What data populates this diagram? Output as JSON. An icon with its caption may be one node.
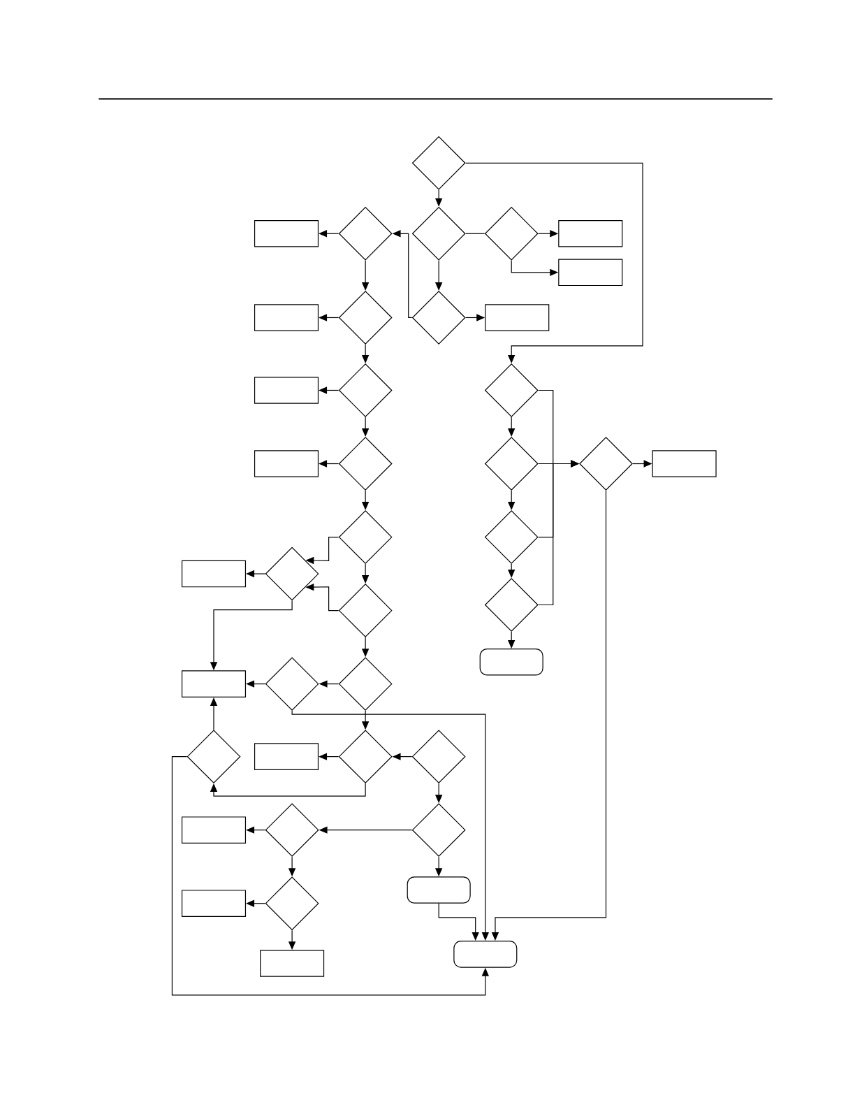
{
  "diagram": {
    "nodes": [
      {
        "text": [],
        "shape": "diamond"
      },
      {
        "text": [],
        "shape": "diamond"
      },
      {
        "text": [],
        "shape": "diamond"
      },
      {
        "text": [],
        "shape": "box"
      },
      {
        "text": [],
        "shape": "box"
      },
      {
        "text": [],
        "shape": "diamond"
      },
      {
        "text": [],
        "shape": "box"
      },
      {
        "text": [],
        "shape": "diamond"
      },
      {
        "text": [],
        "shape": "box"
      },
      {
        "text": [],
        "shape": "diamond"
      },
      {
        "text": [],
        "shape": "box"
      },
      {
        "text": [],
        "shape": "diamond"
      },
      {
        "text": [],
        "shape": "box"
      },
      {
        "text": [],
        "shape": "diamond"
      },
      {
        "text": [],
        "shape": "box"
      },
      {
        "text": [],
        "shape": "diamond"
      },
      {
        "text": [],
        "shape": "diamond"
      },
      {
        "text": [],
        "shape": "box"
      },
      {
        "text": [],
        "shape": "diamond"
      },
      {
        "text": [],
        "shape": "diamond"
      },
      {
        "text": [],
        "shape": "diamond"
      },
      {
        "text": [],
        "shape": "box"
      },
      {
        "text": [],
        "shape": "diamond"
      },
      {
        "text": [],
        "shape": "diamond"
      },
      {
        "text": [],
        "shape": "box"
      },
      {
        "text": [],
        "shape": "diamond"
      },
      {
        "text": [],
        "shape": "diamond"
      },
      {
        "text": [],
        "shape": "diamond"
      },
      {
        "text": [],
        "shape": "box"
      },
      {
        "text": [],
        "shape": "diamond"
      },
      {
        "text": [],
        "shape": "box"
      },
      {
        "text": [],
        "shape": "box"
      },
      {
        "text": [],
        "shape": "terminal"
      },
      {
        "text": [],
        "shape": "terminal"
      },
      {
        "text": [],
        "shape": "diamond"
      },
      {
        "text": [],
        "shape": "diamond"
      },
      {
        "text": [],
        "shape": "diamond"
      },
      {
        "text": [],
        "shape": "diamond"
      },
      {
        "text": [],
        "shape": "terminal"
      },
      {
        "text": [],
        "shape": "diamond"
      },
      {
        "text": [],
        "shape": "box"
      }
    ],
    "edges": [
      {
        "from": 0,
        "to": 1,
        "arrow": "to"
      },
      {
        "from": 0,
        "to": 34,
        "arrow": "to"
      },
      {
        "from": 1,
        "to": 2,
        "arrow": "none"
      },
      {
        "from": 2,
        "to": 3,
        "arrow": "to"
      },
      {
        "from": 2,
        "to": 4,
        "arrow": "to"
      },
      {
        "from": 1,
        "to": 5,
        "arrow": "to"
      },
      {
        "from": 5,
        "to": 6,
        "arrow": "to"
      },
      {
        "from": 5,
        "to": 7,
        "arrow": "to"
      },
      {
        "from": 7,
        "to": 8,
        "arrow": "to"
      },
      {
        "from": 7,
        "to": 9,
        "arrow": "to"
      },
      {
        "from": 9,
        "to": 10,
        "arrow": "to"
      },
      {
        "from": 9,
        "to": 11,
        "arrow": "to"
      },
      {
        "from": 11,
        "to": 12,
        "arrow": "to"
      },
      {
        "from": 11,
        "to": 13,
        "arrow": "to"
      },
      {
        "from": 13,
        "to": 14,
        "arrow": "to"
      },
      {
        "from": 13,
        "to": 15,
        "arrow": "to"
      },
      {
        "from": 15,
        "to": 16,
        "arrow": "to"
      },
      {
        "from": 15,
        "to": 18,
        "arrow": "to"
      },
      {
        "from": 18,
        "to": 16,
        "arrow": "to"
      },
      {
        "from": 16,
        "to": 17,
        "arrow": "to"
      },
      {
        "from": 16,
        "to": 21,
        "arrow": "to"
      },
      {
        "from": 18,
        "to": 19,
        "arrow": "to"
      },
      {
        "from": 19,
        "to": 20,
        "arrow": "to"
      },
      {
        "from": 20,
        "to": 21,
        "arrow": "to"
      },
      {
        "from": 20,
        "to": 33,
        "arrow": "to"
      },
      {
        "from": 19,
        "to": 23,
        "arrow": "to"
      },
      {
        "from": 23,
        "to": 24,
        "arrow": "to"
      },
      {
        "from": 25,
        "to": 23,
        "arrow": "to"
      },
      {
        "from": 23,
        "to": 22,
        "arrow": "to"
      },
      {
        "from": 22,
        "to": 21,
        "arrow": "to"
      },
      {
        "from": 22,
        "to": 33,
        "arrow": "to"
      },
      {
        "from": 25,
        "to": 26,
        "arrow": "to"
      },
      {
        "from": 26,
        "to": 27,
        "arrow": "to"
      },
      {
        "from": 27,
        "to": 28,
        "arrow": "to"
      },
      {
        "from": 27,
        "to": 29,
        "arrow": "to"
      },
      {
        "from": 29,
        "to": 30,
        "arrow": "to"
      },
      {
        "from": 29,
        "to": 31,
        "arrow": "to"
      },
      {
        "from": 26,
        "to": 32,
        "arrow": "to"
      },
      {
        "from": 32,
        "to": 33,
        "arrow": "to"
      },
      {
        "from": 39,
        "to": 33,
        "arrow": "to"
      },
      {
        "from": 34,
        "to": 35,
        "arrow": "to"
      },
      {
        "from": 35,
        "to": 36,
        "arrow": "to"
      },
      {
        "from": 36,
        "to": 37,
        "arrow": "to"
      },
      {
        "from": 37,
        "to": 38,
        "arrow": "to"
      },
      {
        "from": 34,
        "to": 39,
        "arrow": "to"
      },
      {
        "from": 35,
        "to": 39,
        "arrow": "to"
      },
      {
        "from": 36,
        "to": 39,
        "arrow": "to"
      },
      {
        "from": 37,
        "to": 39,
        "arrow": "to"
      },
      {
        "from": 39,
        "to": 40,
        "arrow": "to"
      }
    ]
  }
}
